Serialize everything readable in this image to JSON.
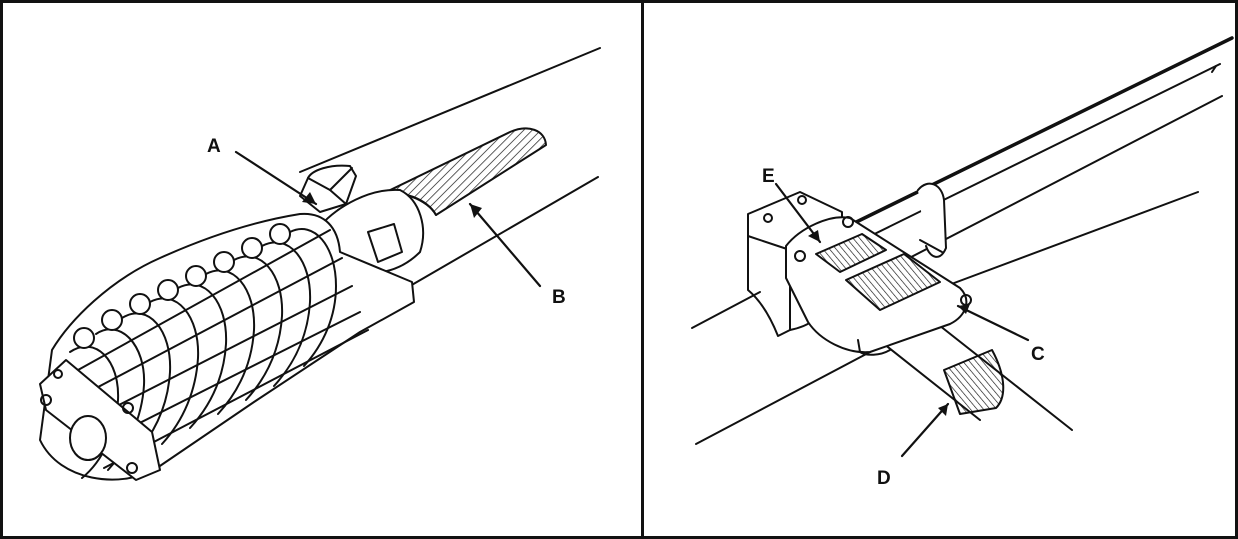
{
  "figure": {
    "callouts": {
      "a": "A",
      "b": "B",
      "c": "C",
      "d": "D",
      "e": "E"
    }
  }
}
